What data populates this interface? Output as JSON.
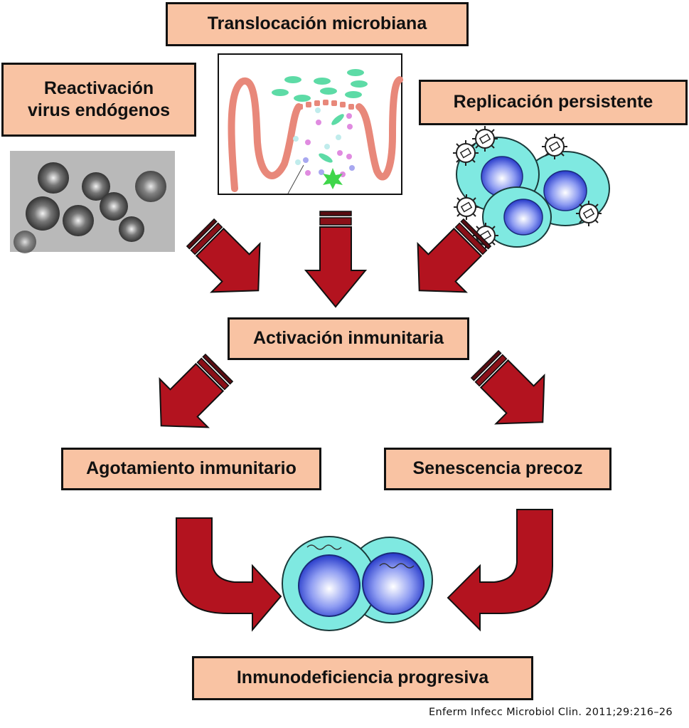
{
  "boxes": {
    "translocacion": "Translocación microbiana",
    "reactivacion_line1": "Reactivación",
    "reactivacion_line2": "virus endógenos",
    "replicacion": "Replicación persistente",
    "activacion": "Activación inmunitaria",
    "agotamiento": "Agotamiento inmunitario",
    "senescencia": "Senescencia precoz",
    "inmunodeficiencia": "Inmunodeficiencia progresiva"
  },
  "citation": "Enferm Infecc Microbiol Clin. 2011;29:216–26",
  "colors": {
    "box_fill": "#f9c3a3",
    "arrow_red": "#b3131f",
    "cell_cyan": "#7fe9e1",
    "nucleus_blue": "#3a4fd8",
    "bacteria_green": "#5ddba6",
    "mucosa_pink": "#e8887a"
  }
}
